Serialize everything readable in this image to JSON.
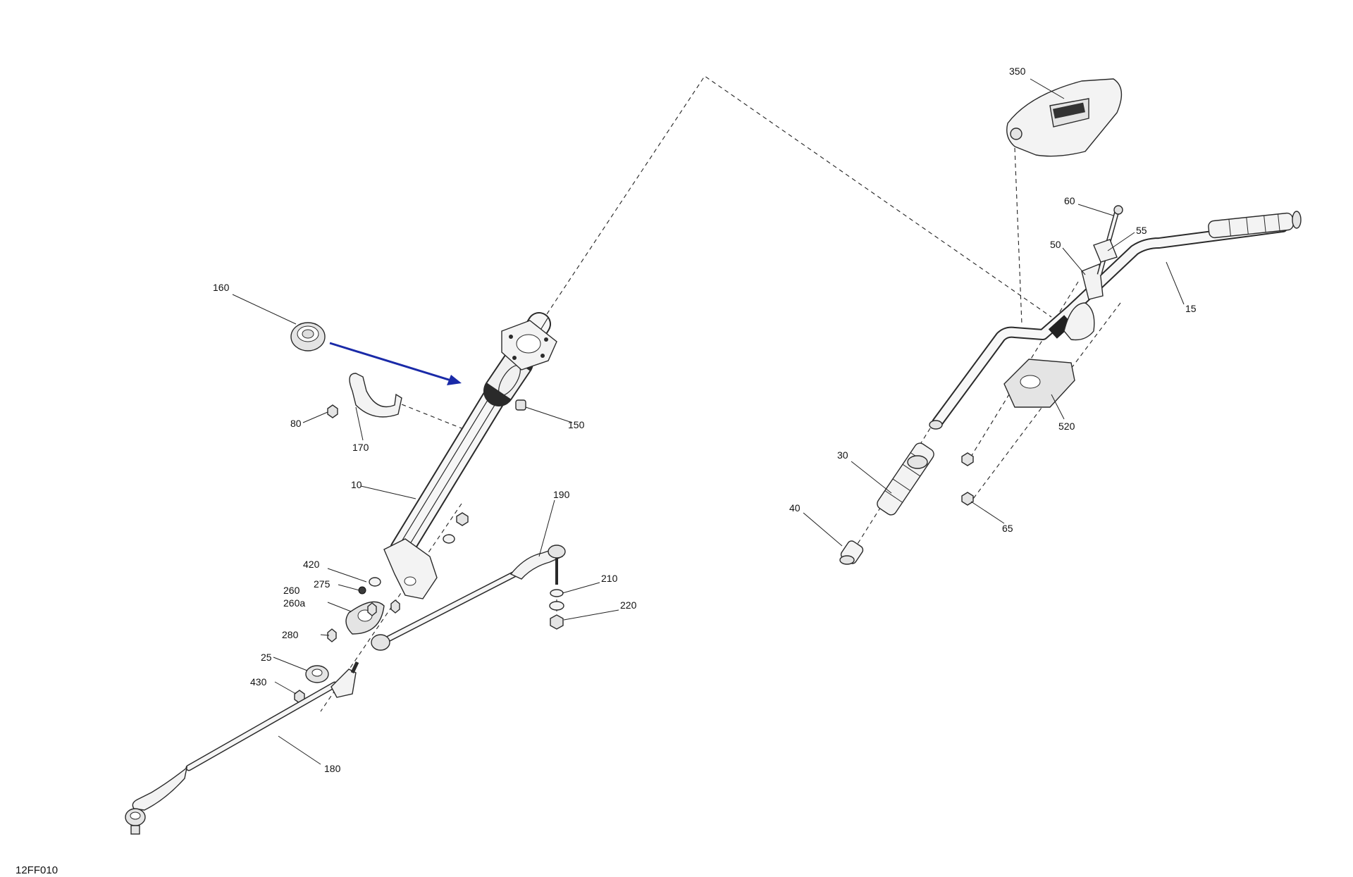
{
  "diagram_ref": "12FF010",
  "accent_color": "#1a2aa8",
  "callouts": [
    {
      "id": "c350",
      "label": "350"
    },
    {
      "id": "c160",
      "label": "160"
    },
    {
      "id": "c60",
      "label": "60"
    },
    {
      "id": "c55",
      "label": "55"
    },
    {
      "id": "c50",
      "label": "50"
    },
    {
      "id": "c15",
      "label": "15"
    },
    {
      "id": "c520",
      "label": "520"
    },
    {
      "id": "c80",
      "label": "80"
    },
    {
      "id": "c170",
      "label": "170"
    },
    {
      "id": "c150",
      "label": "150"
    },
    {
      "id": "c10",
      "label": "10"
    },
    {
      "id": "c190",
      "label": "190"
    },
    {
      "id": "c30",
      "label": "30"
    },
    {
      "id": "c40",
      "label": "40"
    },
    {
      "id": "c65",
      "label": "65"
    },
    {
      "id": "c420",
      "label": "420"
    },
    {
      "id": "c275",
      "label": "275"
    },
    {
      "id": "c260",
      "label": "260"
    },
    {
      "id": "c260a",
      "label": "260a"
    },
    {
      "id": "c210",
      "label": "210"
    },
    {
      "id": "c220",
      "label": "220"
    },
    {
      "id": "c280",
      "label": "280"
    },
    {
      "id": "c25",
      "label": "25"
    },
    {
      "id": "c430",
      "label": "430"
    },
    {
      "id": "c180",
      "label": "180"
    }
  ]
}
